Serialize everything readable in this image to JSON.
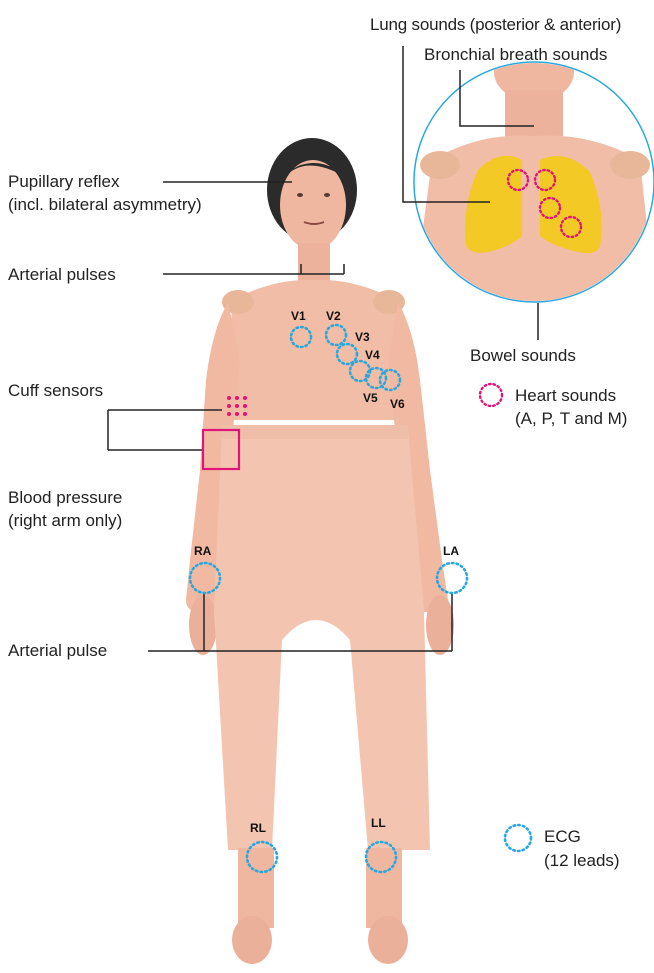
{
  "labels": {
    "lung_sounds": "Lung sounds (posterior & anterior)",
    "bronchial": "Bronchial breath sounds",
    "pupillary_line1": "Pupillary reflex",
    "pupillary_line2": "(incl. bilateral asymmetry)",
    "arterial_pulses": "Arterial pulses",
    "cuff_sensors": "Cuff sensors",
    "blood_pressure_line1": "Blood pressure",
    "blood_pressure_line2": "(right arm only)",
    "arterial_pulse": "Arterial pulse",
    "bowel_sounds": "Bowel sounds"
  },
  "legend": {
    "heart_line1": "Heart sounds",
    "heart_line2": "(A, P, T and M)",
    "ecg_line1": "ECG",
    "ecg_line2": "(12 leads)"
  },
  "ecg_tags": {
    "v1": "V1",
    "v2": "V2",
    "v3": "V3",
    "v4": "V4",
    "v5": "V5",
    "v6": "V6",
    "ra": "RA",
    "la": "LA",
    "rl": "RL",
    "ll": "LL"
  },
  "colors": {
    "ecg_marker": "#29a8e0",
    "heart_marker": "#e0157a",
    "lung_fill": "#f2c925",
    "inset_border": "#29a8e0",
    "skin": "#f0b8a0",
    "hair": "#2b2b2b"
  }
}
